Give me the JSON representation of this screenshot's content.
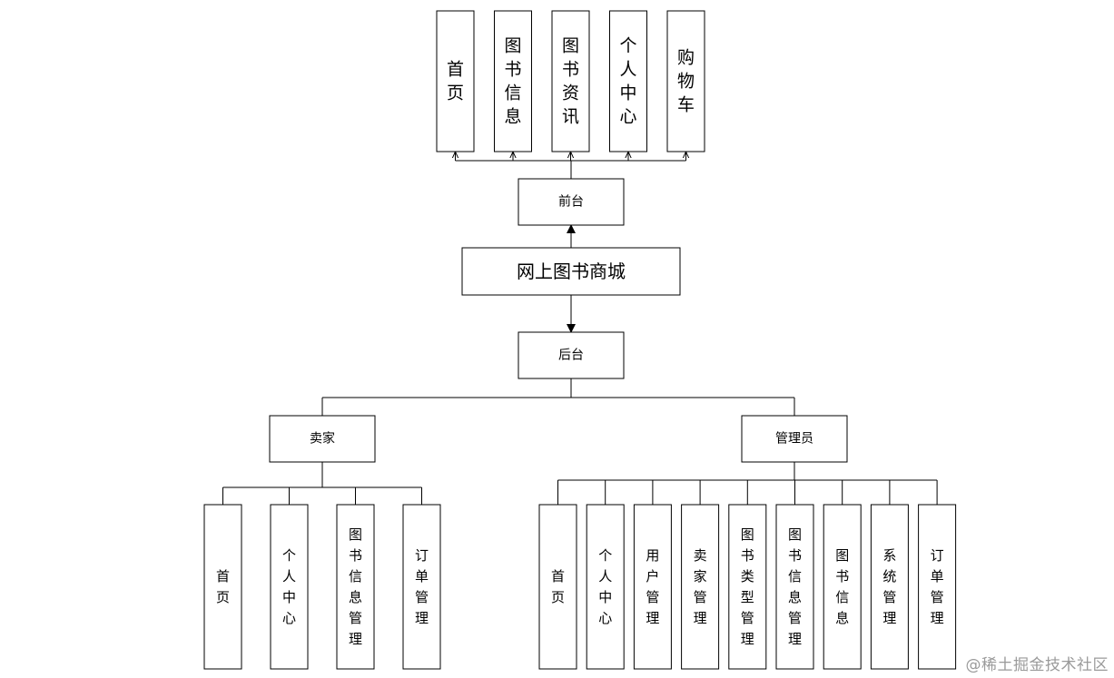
{
  "diagram": {
    "colors": {
      "stroke": "#000000",
      "fill": "#ffffff",
      "text": "#000000",
      "watermark": "#9a9a9a"
    },
    "root": "网上图书商城",
    "frontend": {
      "label": "前台",
      "modules": [
        "首页",
        "图书信息",
        "图书资讯",
        "个人中心",
        "购物车"
      ]
    },
    "backend": {
      "label": "后台",
      "roles": [
        {
          "label": "卖家",
          "modules": [
            "首页",
            "个人中心",
            "图书信息管理",
            "订单管理"
          ]
        },
        {
          "label": "管理员",
          "modules": [
            "首页",
            "个人中心",
            "用户管理",
            "卖家管理",
            "图书类型管理",
            "图书信息管理",
            "图书信息",
            "系统管理",
            "订单管理"
          ]
        }
      ]
    }
  },
  "watermark": "@稀土掘金技术社区"
}
